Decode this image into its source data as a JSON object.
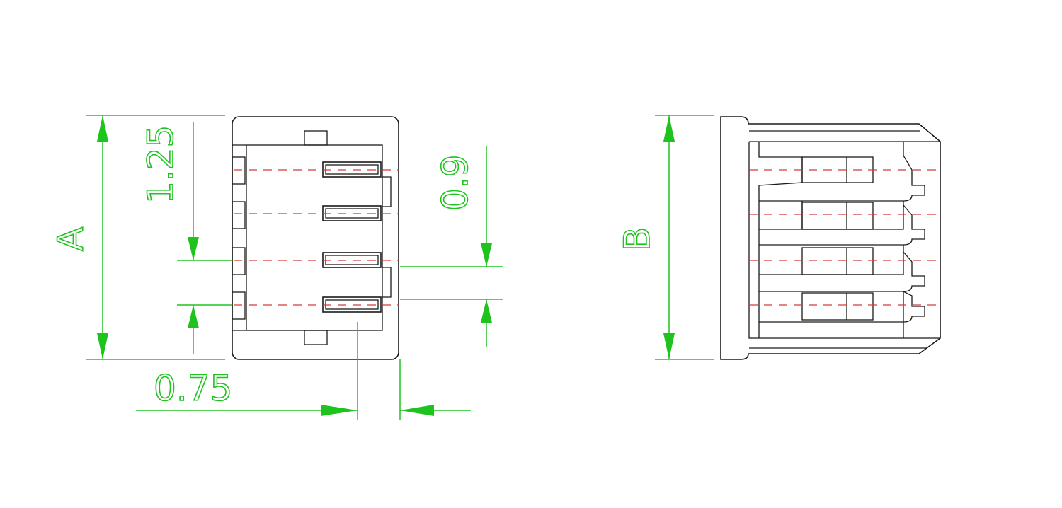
{
  "dimensions": {
    "overall_height_left": "A",
    "pin_pitch": "1.25",
    "pin_offset": "0.9",
    "pin_width": "0.75",
    "overall_height_right": "B"
  },
  "colors": {
    "outline": "#1a1a1a",
    "dimension": "#1ec31e",
    "centerline": "#d63a3a",
    "background": "#ffffff"
  },
  "views": [
    "front-view",
    "side-view"
  ],
  "pin_count": 4
}
